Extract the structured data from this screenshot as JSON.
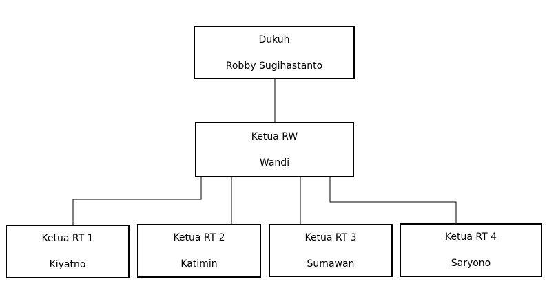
{
  "org_chart": {
    "dukuh": {
      "role": "Dukuh",
      "name": "Robby Sugihastanto"
    },
    "rw": {
      "role": "Ketua RW",
      "name": "Wandi"
    },
    "rt": [
      {
        "role": "Ketua RT 1",
        "name": "Kiyatno"
      },
      {
        "role": "Ketua RT 2",
        "name": "Katimin"
      },
      {
        "role": "Ketua RT 3",
        "name": "Sumawan"
      },
      {
        "role": "Ketua RT 4",
        "name": "Saryono"
      }
    ]
  },
  "colors": {
    "line": "#000000",
    "box_border": "#000000",
    "box_fill": "#ffffff"
  }
}
